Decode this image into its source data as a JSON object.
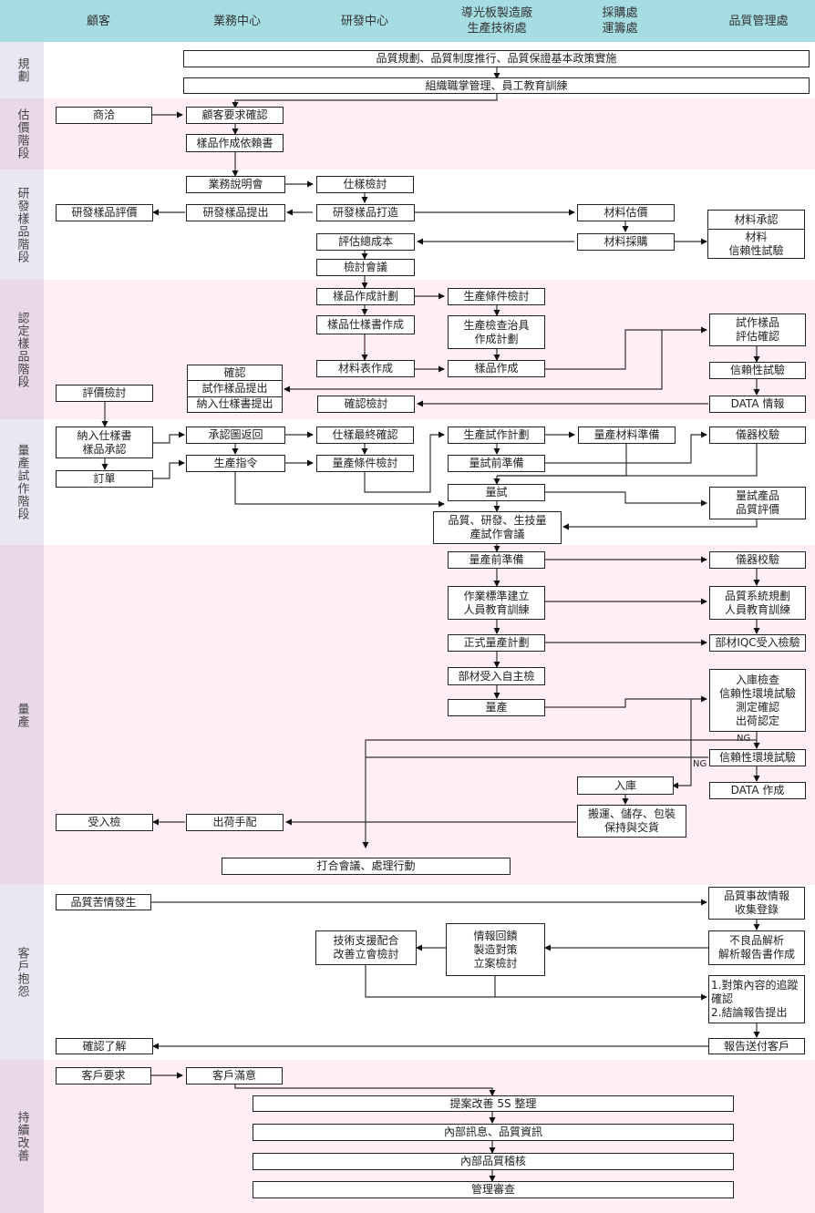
{
  "header": {
    "columns": [
      "顧客",
      "業務中心",
      "研發中心",
      "導光板製造廠\n生產技術處",
      "採購處\n運籌處",
      "品質管理處"
    ]
  },
  "phases": [
    "規\n劃",
    "估價階段",
    "研發樣品階段",
    "認定樣品階段",
    "量產試作階段",
    "量產",
    "客戶抱怨",
    "持續改善"
  ],
  "planning": {
    "policy": "品質規劃、品質制度推行、品質保證基本政策實施",
    "org": "組織職掌管理、員工教育訓練"
  },
  "estimate": {
    "negotiate": "商洽",
    "confirm_req": "顧客要求確認",
    "sample_request": "樣品作成依賴書"
  },
  "rd_sample": {
    "briefing": "業務說明會",
    "spec_review": "仕樣檢討",
    "evaluate": "研發樣品評價",
    "submit": "研發樣品提出",
    "build": "研發樣品打造",
    "material_estimate": "材料估價",
    "material_approval": "材料承認",
    "material_reliability": "材料\n信賴性試驗",
    "total_cost": "評估總成本",
    "material_purchase": "材料採購",
    "review_meeting": "檢討會議"
  },
  "approval_sample": {
    "sample_plan": "樣品作成計劃",
    "condition_review": "生產條件檢討",
    "sample_spec": "樣品仕樣書作成",
    "jig_plan": "生產檢查治具\n作成計劃",
    "trial_eval": "試作樣品\n評估確認",
    "confirm_stack": [
      "確認",
      "試作樣品提出",
      "納入仕樣書提出"
    ],
    "bom": "材料表作成",
    "sample_make": "樣品作成",
    "reliability": "信賴性試驗",
    "eval_review": "評價檢討",
    "confirm_review": "確認檢討",
    "data_report": "DATA 情報"
  },
  "pilot": {
    "spec_approval": "納入仕樣書\n樣品承認",
    "drawing_return": "承認圖返回",
    "spec_final": "仕樣最終確認",
    "trial_plan": "生產試作計劃",
    "mass_material": "量產材料準備",
    "instrument": "儀器校驗",
    "order": "訂單",
    "prod_order": "生產指令",
    "mass_condition": "量產條件檢討",
    "pre_trial": "量試前準備",
    "trial": "量試",
    "trial_quality": "量試產品\n品質評價",
    "trial_meeting": "品質、研發、生技量\n產試作會議"
  },
  "mass": {
    "pre_mass": "量產前準備",
    "instrument": "儀器校驗",
    "standard": "作業標準建立\n人員教育訓練",
    "qsystem": "品質系統規劃\n人員教育訓練",
    "formal_plan": "正式量產計劃",
    "iqc": "部材IQC受入檢驗",
    "self_check": "部材受入自主檢",
    "inspect": "入庫檢查\n信賴性環境試驗\n測定確認\n出荷認定",
    "production": "量產",
    "ng1": "NG",
    "ng2": "NG",
    "env_test": "信賴性環境試驗",
    "warehouse": "入庫",
    "data_make": "DATA 作成",
    "receive": "受入檢",
    "shipping": "出荷手配",
    "logistics": "搬運、儲存、包裝\n保持與交貨",
    "meeting": "打合會議、處理行動"
  },
  "complaint": {
    "occur": "品質苦情發生",
    "collect": "品質事故情報\n收集登錄",
    "tech_support": "技術支援配合\n改善立會檢討",
    "feedback": "情報回饋\n製造對策\n立案檢討",
    "analysis": "不良品解析\n解析報告書作成",
    "followup": "1.對策內容的追蹤\n   確認\n2.結論報告提出",
    "confirm": "確認了解",
    "report": "報告送付客戶"
  },
  "improve": {
    "request": "客戶要求",
    "satisfied": "客戶滿意",
    "proposal": "提案改善 5S 整理",
    "info": "內部訊息、品質資訊",
    "audit": "內部品質稽核",
    "review": "管理審查"
  }
}
